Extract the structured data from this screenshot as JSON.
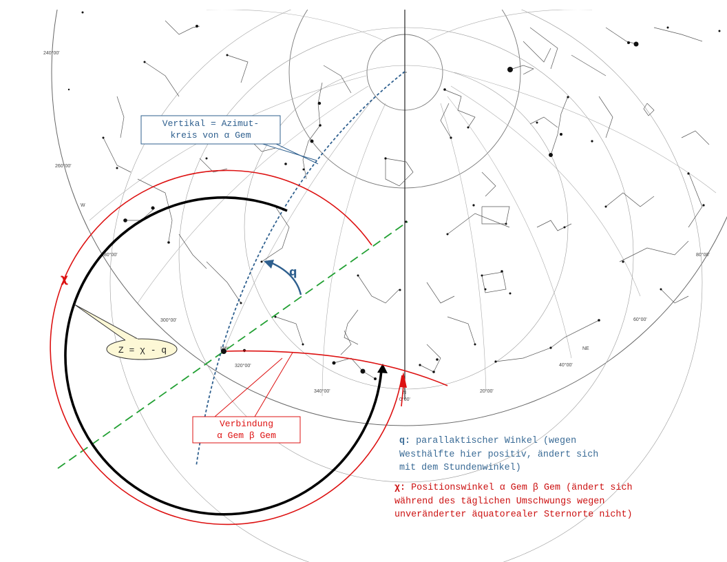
{
  "colors": {
    "red": "#dd1111",
    "blue": "#2e5f8e",
    "green": "#22a033",
    "black": "#000000",
    "chart_lines": "#888888",
    "note_blue": "#3a6b96",
    "note_red": "#cc1111",
    "z_fill": "#fdf8d6"
  },
  "star_chart": {
    "azimuth_labels": [
      "240°00'",
      "260°00'",
      "300°00'",
      "320°00'",
      "340°00'",
      "0°00'",
      "20°00'",
      "40°00'",
      "60°00'",
      "80°00'"
    ],
    "direction_labels": [
      "W",
      "NW",
      "N",
      "NE"
    ],
    "faint_label_280": "280°00'"
  },
  "callouts": {
    "vertical_line1": "Vertikal = Azimut-",
    "vertical_line2": "kreis von α Gem",
    "connection_line1": "Verbindung",
    "connection_line2": "α Gem β Gem",
    "z_formula": "Z = χ - q"
  },
  "angle_labels": {
    "q": "q",
    "chi": "χ"
  },
  "notes": {
    "q_symbol": "q:",
    "q_line1": "parallaktischer Winkel (wegen",
    "q_line2": "Westhälfte hier positiv, ändert sich",
    "q_line3": "mit dem Stundenwinkel)",
    "chi_symbol": "χ:",
    "chi_line1": "Positionswinkel α Gem β Gem (ändert sich",
    "chi_line2": "während des täglichen Umschwungs wegen",
    "chi_line3": "unveränderter äquatorealer Sternorte nicht)"
  }
}
